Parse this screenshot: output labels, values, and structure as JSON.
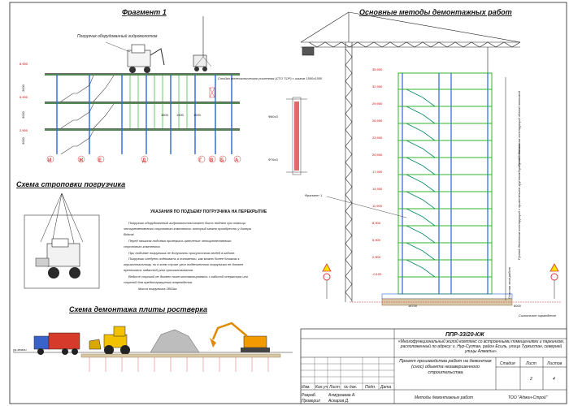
{
  "fragment1": {
    "title": "Фрагмент 1",
    "label_loader": "Погрузчик оборудованный гидромолотом",
    "label_stand": "Стойка телескопическая усиленная (СТО ТОР) с шагом 1500х1500",
    "dims": [
      "3000",
      "3000",
      "3000",
      "1500",
      "1500",
      "1500"
    ],
    "levels": [
      "8,900",
      "5,900",
      "2,900"
    ],
    "axes": [
      "И",
      "Ж",
      "Е",
      "Д",
      "Г",
      "В",
      "Б",
      "А"
    ],
    "pipe1": "Ф60х3",
    "pipe2": "Ф76х3"
  },
  "main": {
    "title": "Основные методы демонтажных работ",
    "levels": [
      "35,900",
      "32,900",
      "29,900",
      "26,900",
      "23,900",
      "20,900",
      "17,900",
      "14,900",
      "11,900",
      "8,900",
      "5,900",
      "2,900",
      "-0,100"
    ],
    "fragment_ref": "Фрагмент 1",
    "zone1": "Ручной демонтаж конструкций лёгкой техникой",
    "zone2": "Ручной демонтаж конструкций с применением крупногабаритной техники",
    "zone3": "Опасная зона работ",
    "fence_label": "Сигнальное ограждение",
    "dim_bottom": "18700",
    "dim_right": "8000"
  },
  "rigging": {
    "title": "Схема строповки погрузчика"
  },
  "instructions": {
    "title": "УКАЗАНИЯ ПО ПОДЪЕМУ ПОГРУЗЧИКА НА ПЕРЕКРЫТИЕ",
    "lines": [
      "Погрузчик оборудованный гидромолотом может быть поднят при помощи",
      "четырехветвевого стропового комплекта, который можно приобрести у дилера",
      "Bobcat.",
      "Перед началом подъема проверить крепление четырехветвевого",
      "стропового комплекта.",
      "При подъеме погрузчика не допускать присутствия людей в кабине.",
      "Погрузчик следует поднимать в положении, как можно более близком к",
      "горизонтальному, ни в коем случае угол подвешенного погрузчика не должен",
      "превышать заданный угол проскальзывания.",
      "Ведите строгий не должен ниже контактировать с кабиной оператора или",
      "стрелой для предотвращения повреждения.",
      "Масса погрузчика 2863кг."
    ]
  },
  "grillage": {
    "title": "Схема демонтажа плиты ростверка",
    "ground_label": "ур.земли"
  },
  "title_block": {
    "code": "ППР-33/20-КЖ",
    "project": "«Многофункциональный жилой комплекс со встроенными помещениями и паркингом, расположенный по адресу: г. Нур-Султан, район Есиль, улица Туркистан, северней улицы Алматы».",
    "headers": [
      "Изм.",
      "Кол.уч",
      "Лист",
      "№ док.",
      "Подп.",
      "Дата"
    ],
    "role1": "Разраб.",
    "name1": "Ахмурзаева А.",
    "role2": "Проверил",
    "name2": "Аскаров Д.",
    "description": "Проект производства работ на демонтаж (снос) объекта незавершенного строительства",
    "sheet_title": "Методы демонтажных работ",
    "stage_h": "Стадия",
    "sheet_h": "Лист",
    "sheets_h": "Листов",
    "sheet_no": "2",
    "sheets_no": "4",
    "company": "ТОО \"Админ-Строй\""
  }
}
